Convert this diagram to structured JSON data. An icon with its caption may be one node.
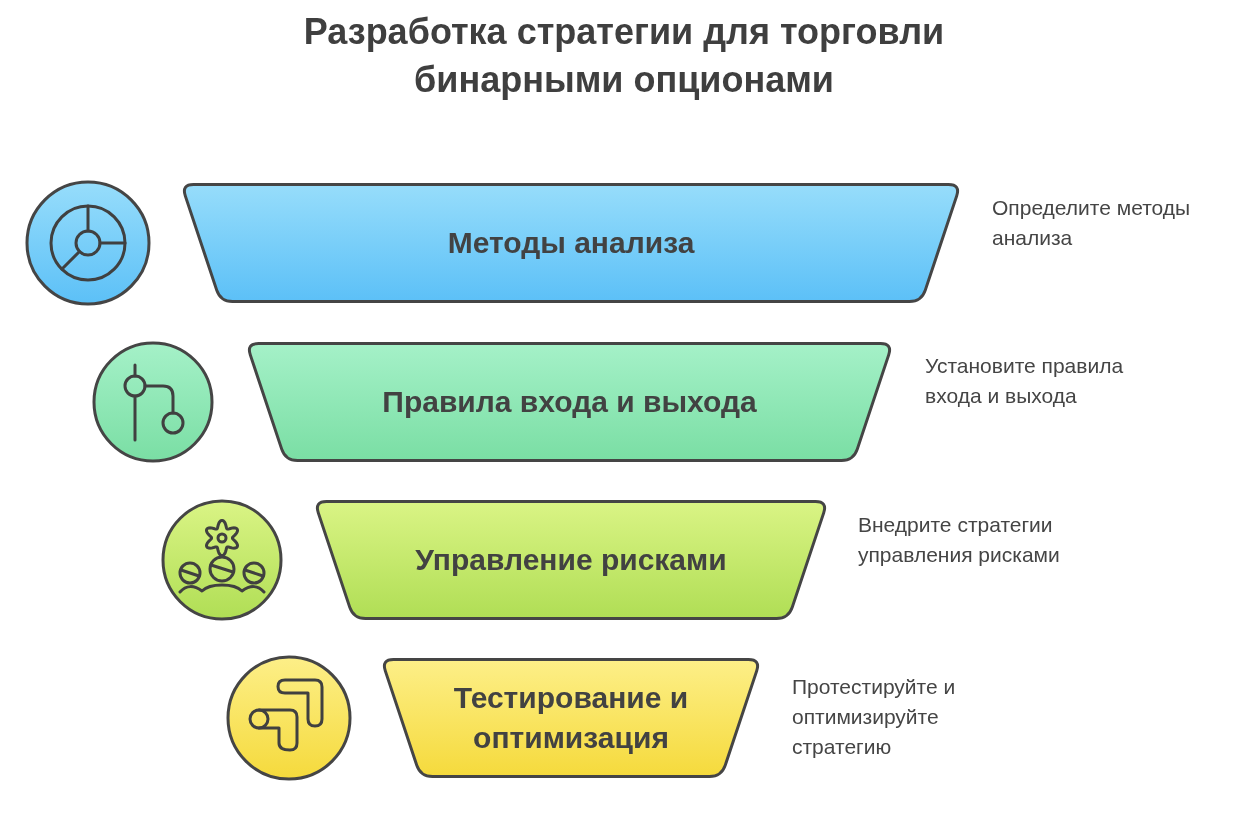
{
  "diagram": {
    "title": "Разработка стратегии для торговли бинарными опционами",
    "nodes": [
      {
        "text": [
          "Методы анализа"
        ],
        "beside": [
          "Определите методы анализа"
        ]
      },
      {
        "text": [
          "Правила входа и выхода"
        ],
        "beside": [
          "Установите правила входа и выхода"
        ]
      },
      {
        "text": [
          "Управление рисками"
        ],
        "beside": [
          "Внедрите стратегии управления рисками"
        ]
      },
      {
        "text": [
          "Тестирование и оптимизация"
        ],
        "beside": [
          "Протестируйте и оптимизируйте стратегию"
        ]
      }
    ]
  }
}
